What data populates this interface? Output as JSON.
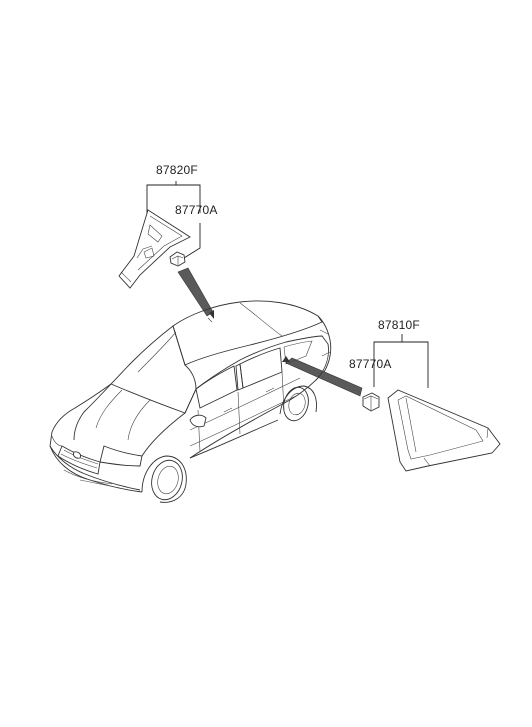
{
  "labels": {
    "top_assembly": "87820F",
    "top_clip": "87770A",
    "right_assembly": "87810F",
    "right_clip": "87770A"
  },
  "colors": {
    "line": "#333333",
    "pointer": "#555555",
    "background": "#ffffff"
  }
}
